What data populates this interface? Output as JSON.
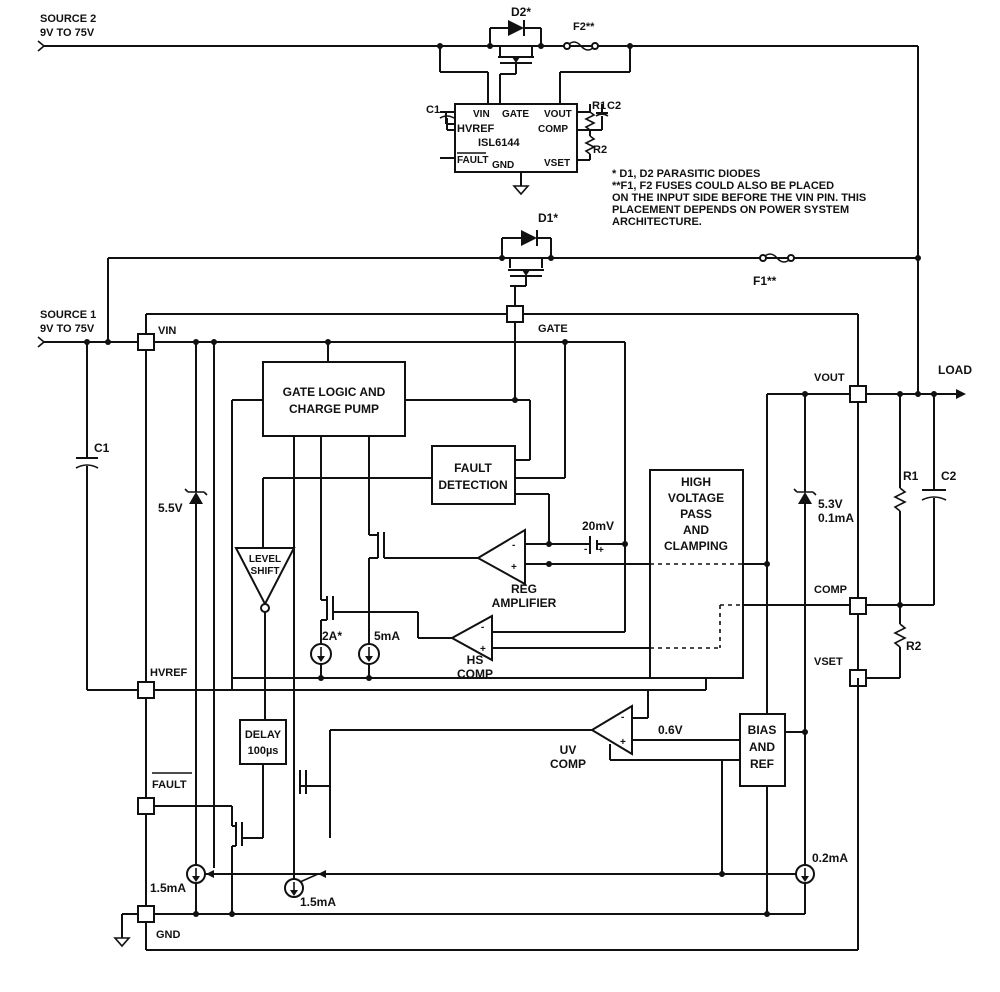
{
  "source2": {
    "name": "SOURCE 2",
    "range": "9V TO 75V"
  },
  "source1": {
    "name": "SOURCE 1",
    "range": "9V TO 75V"
  },
  "top_ic": {
    "part": "ISL6144",
    "pins": {
      "vin": "VIN",
      "gate": "GATE",
      "vout": "VOUT",
      "hvref": "HVREF",
      "comp": "COMP",
      "fault": "FAULT",
      "gnd": "GND",
      "vset": "VSET"
    },
    "c1": "C1",
    "c2": "C2",
    "r1": "R1",
    "r2": "R2",
    "d2": "D2*",
    "f2": "F2**"
  },
  "notes": {
    "line1": "* D1, D2 PARASITIC DIODES",
    "line2": "**F1, F2 FUSES COULD ALSO BE PLACED",
    "line3": "ON THE INPUT SIDE BEFORE THE VIN PIN. THIS",
    "line4": "PLACEMENT DEPENDS ON POWER SYSTEM",
    "line5": "ARCHITECTURE."
  },
  "main": {
    "d1": "D1*",
    "f1": "F1**",
    "pins": {
      "vin": "VIN",
      "gate": "GATE",
      "vout": "VOUT",
      "comp": "COMP",
      "vset": "VSET",
      "hvref": "HVREF",
      "fault": "FAULT",
      "gnd": "GND"
    },
    "load": "LOAD",
    "c1": "C1",
    "c2": "C2",
    "r1": "R1",
    "r2": "R2",
    "zener_left": "5.5V",
    "zener_right_v": "5.3V",
    "zener_right_i": "0.1mA",
    "blocks": {
      "gate_logic_1": "GATE LOGIC AND",
      "gate_logic_2": "CHARGE PUMP",
      "fault_det_1": "FAULT",
      "fault_det_2": "DETECTION",
      "hv_1": "HIGH",
      "hv_2": "VOLTAGE",
      "hv_3": "PASS",
      "hv_4": "AND",
      "hv_5": "CLAMPING",
      "level_1": "LEVEL",
      "level_2": "SHIFT",
      "delay_1": "DELAY",
      "delay_2": "100µs",
      "bias_1": "BIAS",
      "bias_2": "AND",
      "bias_3": "REF"
    },
    "reg_amp_1": "REG",
    "reg_amp_2": "AMPLIFIER",
    "hs_comp_1": "HS",
    "hs_comp_2": "COMP",
    "uv_comp_1": "UV",
    "uv_comp_2": "COMP",
    "v20mv": "20mV",
    "v06": "0.6V",
    "i2a": "2A*",
    "i5ma": "5mA",
    "i15a": "1.5mA",
    "i15b": "1.5mA",
    "i02": "0.2mA"
  }
}
